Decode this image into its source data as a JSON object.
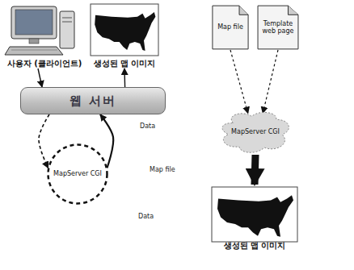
{
  "diagram": {
    "nodes": [
      {
        "text": [
          "사용자 (클라이언트)"
        ]
      },
      {
        "text": [
          "생성된 맵 이미지"
        ]
      },
      {
        "text": [
          "웹 서버"
        ]
      },
      {
        "text": [
          "MapServer CGI"
        ]
      },
      {
        "text": [
          "Map file"
        ]
      },
      {
        "text": [
          "Template web page"
        ]
      },
      {
        "text": [
          "MapServer CGI"
        ]
      },
      {
        "text": [
          "생성된 맵 이미지"
        ]
      }
    ],
    "edges": [
      {
        "from": 0,
        "to": 2,
        "arrow": "to"
      },
      {
        "from": 2,
        "to": 1,
        "arrow": "to"
      },
      {
        "from": 2,
        "to": 3,
        "arrow": "to"
      },
      {
        "from": 3,
        "to": 2,
        "arrow": "to"
      },
      {
        "from": 4,
        "to": 6,
        "arrow": "to"
      },
      {
        "from": 5,
        "to": 6,
        "arrow": "to"
      },
      {
        "from": 6,
        "to": 7,
        "arrow": "to"
      }
    ],
    "labels": [
      "Data",
      "Map file",
      "Data"
    ]
  }
}
